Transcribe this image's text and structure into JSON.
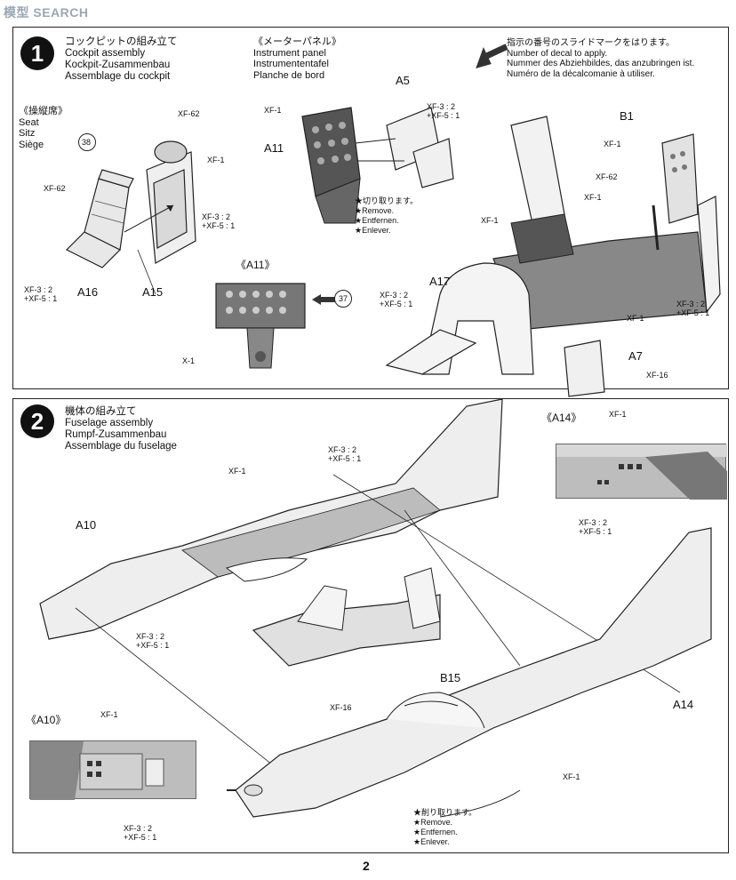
{
  "watermark": "模型 SEARCH",
  "step1": {
    "number": "1",
    "title_lines": [
      "コックピットの組み立て",
      "Cockpit assembly",
      "Kockpit-Zusammenbau",
      "Assemblage du cockpit"
    ],
    "seat_header": [
      "《操縦席》",
      "Seat",
      "Sitz",
      "Siège"
    ],
    "panel_header": [
      "《メーターパネル》",
      "Instrument panel",
      "Instrumententafel",
      "Planche de bord"
    ],
    "decal_note": [
      "指示の番号のスライドマークをはります。",
      "Number of decal to apply.",
      "Nummer des Abziehbildes, das anzubringen ist.",
      "Numéro de la décalcomanie à utiliser."
    ],
    "inset_label": "《A11》",
    "remove_note": [
      "★切り取ります。",
      "★Remove.",
      "★Entfernen.",
      "★Enlever."
    ],
    "decal_38": "38",
    "decal_37": "37",
    "parts": [
      "A16",
      "A15",
      "A11",
      "A5",
      "B1",
      "A17",
      "A7"
    ],
    "paints": {
      "xf62_a": "XF-62",
      "xf1_a": "XF-1",
      "mix_a": [
        "XF-3 : 2",
        "+XF-5 : 1"
      ],
      "xf62_seat": "XF-62",
      "mix_seat": [
        "XF-3 : 2",
        "+XF-5 : 1"
      ],
      "xf1_panel": "XF-1",
      "mix_panel": [
        "XF-3 : 2",
        "+XF-5 : 1"
      ],
      "x1": "X-1",
      "xf1_b1": "XF-1",
      "xf62_b1": "XF-62",
      "xf1_b1b": "XF-1",
      "xf1_floor": "XF-1",
      "mix_a17": [
        "XF-3 : 2",
        "+XF-5 : 1"
      ],
      "xf1_floor2": "XF-1",
      "mix_right": [
        "XF-3 : 2",
        "+XF-5 : 1"
      ],
      "xf16": "XF-16"
    }
  },
  "step2": {
    "number": "2",
    "title_lines": [
      "機体の組み立て",
      "Fuselage assembly",
      "Rumpf-Zusammenbau",
      "Assemblage du fuselage"
    ],
    "inset_a14": "《A14》",
    "inset_a10": "《A10》",
    "remove_note": [
      "★削り取ります。",
      "★Remove.",
      "★Entfernen.",
      "★Enlever."
    ],
    "parts": [
      "A10",
      "A14",
      "B15"
    ],
    "paints": {
      "xf1_top": "XF-1",
      "mix_tail": [
        "XF-3 : 2",
        "+XF-5 : 1"
      ],
      "mix_left": [
        "XF-3 : 2",
        "+XF-5 : 1"
      ],
      "xf16": "XF-16",
      "xf1_a14": "XF-1",
      "mix_a14": [
        "XF-3 : 2",
        "+XF-5 : 1"
      ],
      "xf1_fus": "XF-1",
      "xf1_a10": "XF-1",
      "mix_a10": [
        "XF-3 : 2",
        "+XF-5 : 1"
      ]
    }
  },
  "page_number": "2"
}
